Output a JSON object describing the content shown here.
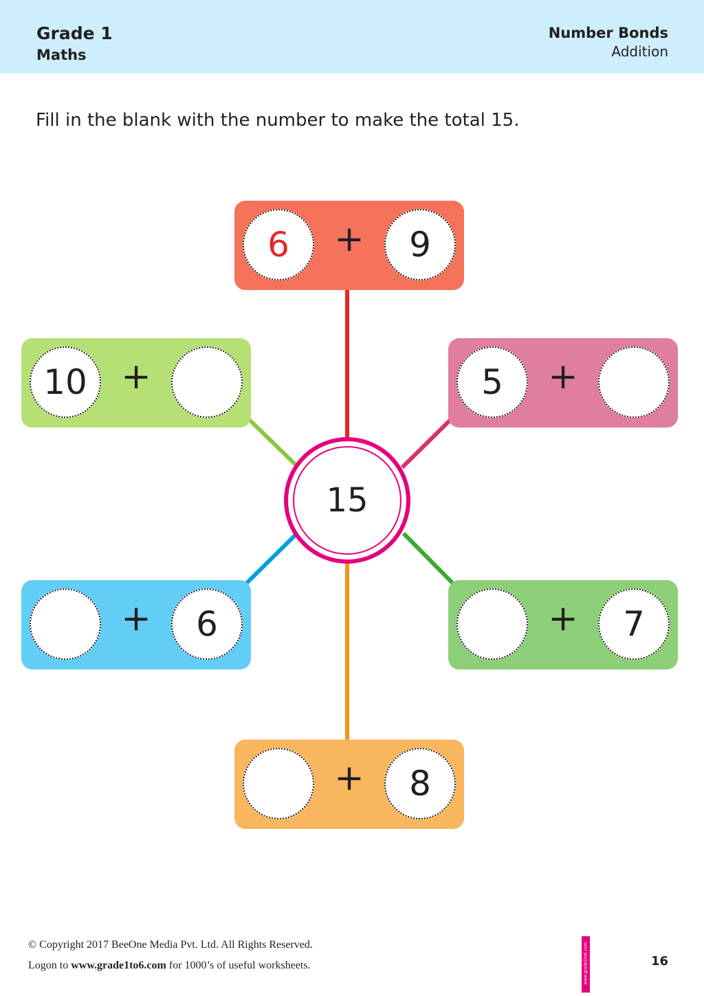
{
  "header": {
    "grade": "Grade 1",
    "subject": "Maths",
    "topic": "Number Bonds",
    "subtopic": "Addition"
  },
  "instruction": "Fill in the blank with the number to make the total 15.",
  "center": {
    "total": "15",
    "color": "#e6007e"
  },
  "bonds": {
    "top": {
      "a": "6",
      "b": "9",
      "color": "#f4735a",
      "a_color": "#e5262a"
    },
    "upper_left": {
      "a": "10",
      "b": "",
      "color": "#b5e076"
    },
    "upper_right": {
      "a": "5",
      "b": "",
      "color": "#e07e9d"
    },
    "lower_left": {
      "a": "",
      "b": "6",
      "color": "#62cdf5"
    },
    "lower_right": {
      "a": "",
      "b": "7",
      "color": "#8dcf78"
    },
    "bottom": {
      "a": "",
      "b": "8",
      "color": "#f8b65e"
    }
  },
  "plus_sign": "+",
  "footer": {
    "copyright": "© Copyright 2017 BeeOne Media Pvt. Ltd. All Rights Reserved.",
    "logon_prefix": "Logon to",
    "site": "www.grade1to6.com",
    "logon_suffix": "for 1000’s of useful worksheets.",
    "page_number": "16",
    "side_url": "www.grade1to6.com"
  }
}
